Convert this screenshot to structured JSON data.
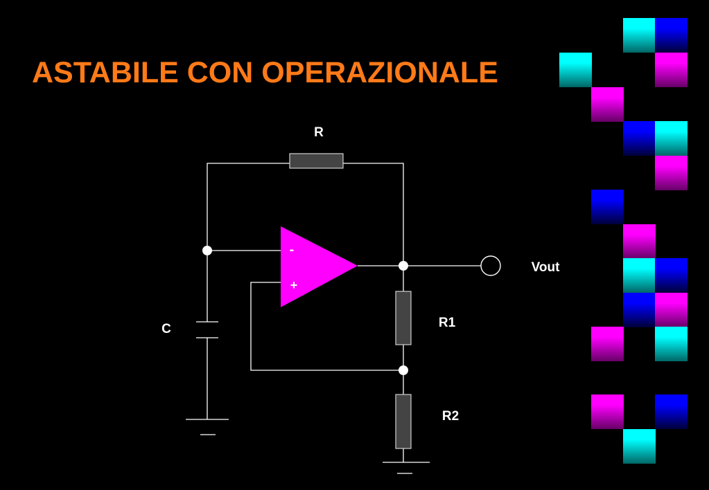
{
  "title": "ASTABILE CON OPERAZIONALE",
  "colors": {
    "background": "#000000",
    "title": "#ff7a18",
    "opamp": "#ff00ff",
    "wire": "#ffffff",
    "resistor_fill": "#444444"
  },
  "circuit": {
    "components": {
      "R": "R",
      "C": "C",
      "R1": "R1",
      "R2": "R2",
      "output": "Vout"
    },
    "opamp": {
      "inverting": "-",
      "non_inverting": "+"
    }
  },
  "decoration": {
    "palette": {
      "cyan": [
        "#00ffff",
        "#006666"
      ],
      "blue": [
        "#0000ff",
        "#00003a"
      ],
      "magenta": [
        "#ff00ff",
        "#660066"
      ]
    }
  }
}
